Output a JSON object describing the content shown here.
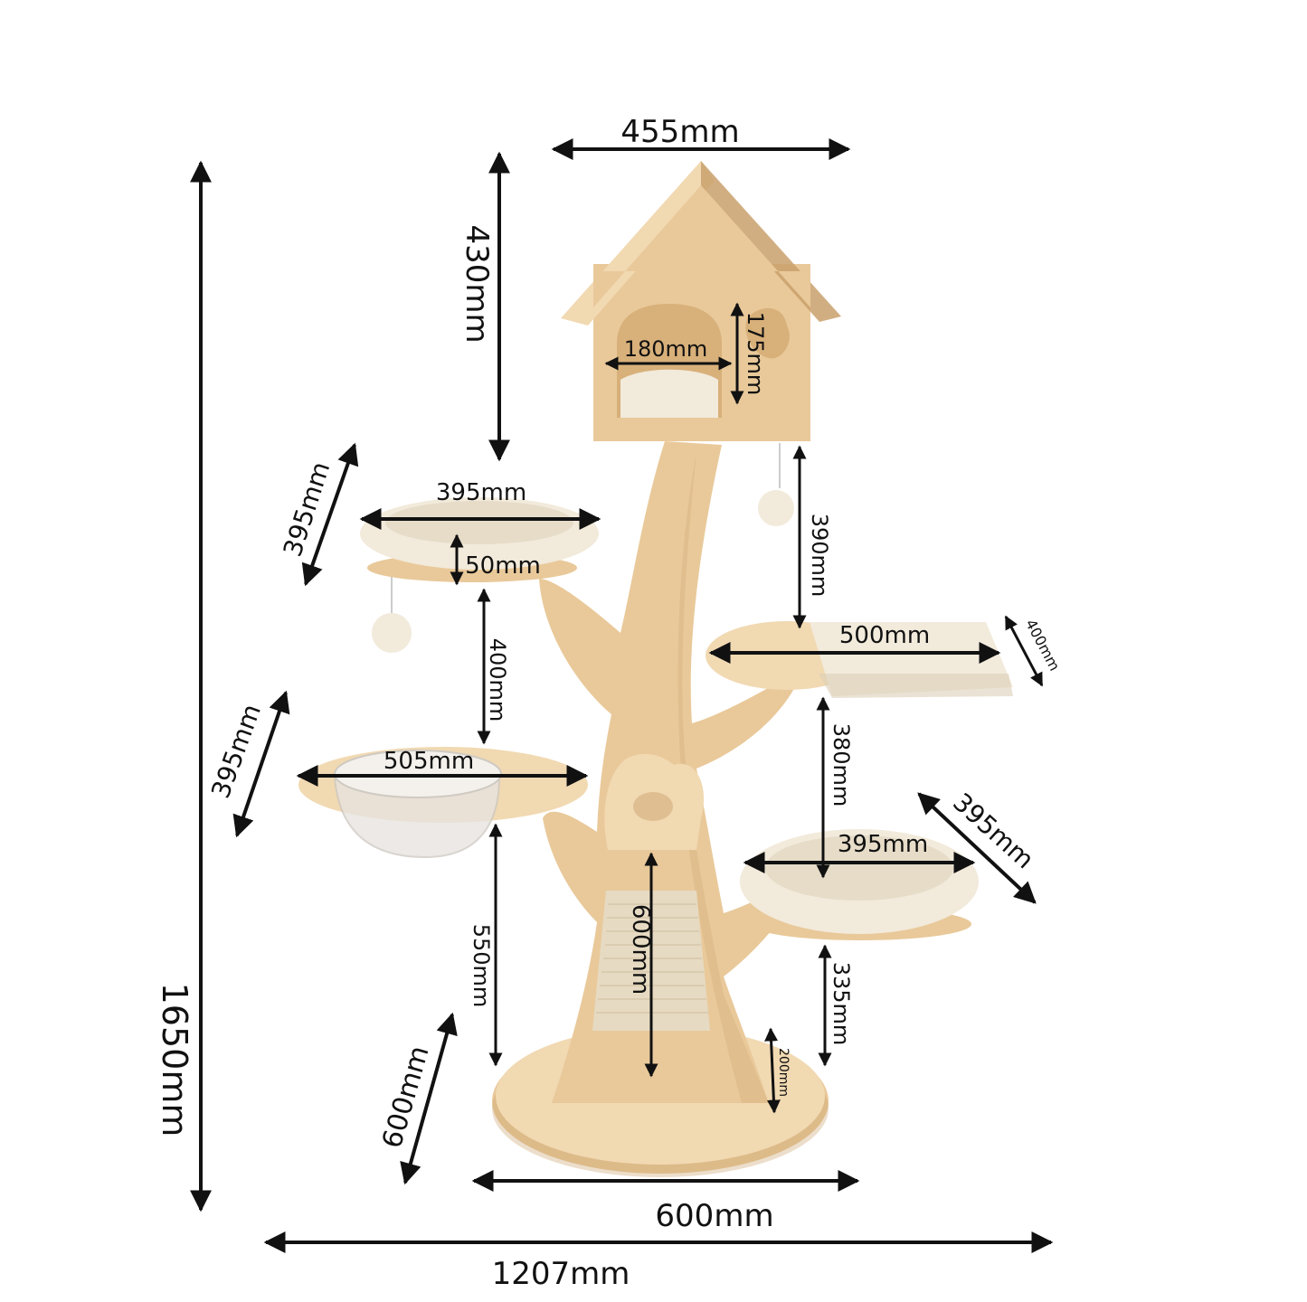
{
  "colors": {
    "wood": "#E9C99A",
    "wood_light": "#F1D9B2",
    "wood_dark": "#C9A06B",
    "cushion": "#F2EADB",
    "cushion_shadow": "#DCCFB8",
    "sisal": "#E6DAC2",
    "arrow": "#111111"
  },
  "dimensions": {
    "house_width": "455mm",
    "house_height": "430mm",
    "door_width": "180mm",
    "window_height": "175mm",
    "top_left_bed_width": "395mm",
    "top_left_bed_depth": "395mm",
    "top_left_bed_height": "50mm",
    "house_to_hammock": "390mm",
    "hammock_width": "500mm",
    "hammock_depth": "400mm",
    "bed_to_bowl": "400mm",
    "bowl_width": "505mm",
    "bowl_depth": "395mm",
    "hammock_to_right_bed": "380mm",
    "right_bed_width": "395mm",
    "right_bed_depth": "395mm",
    "bowl_to_base": "550mm",
    "scratch_pad_height": "600mm",
    "right_bed_to_base": "335mm",
    "base_clearance": "200mm",
    "base_depth": "600mm",
    "base_width": "600mm",
    "total_height": "1650mm",
    "total_width": "1207mm"
  }
}
